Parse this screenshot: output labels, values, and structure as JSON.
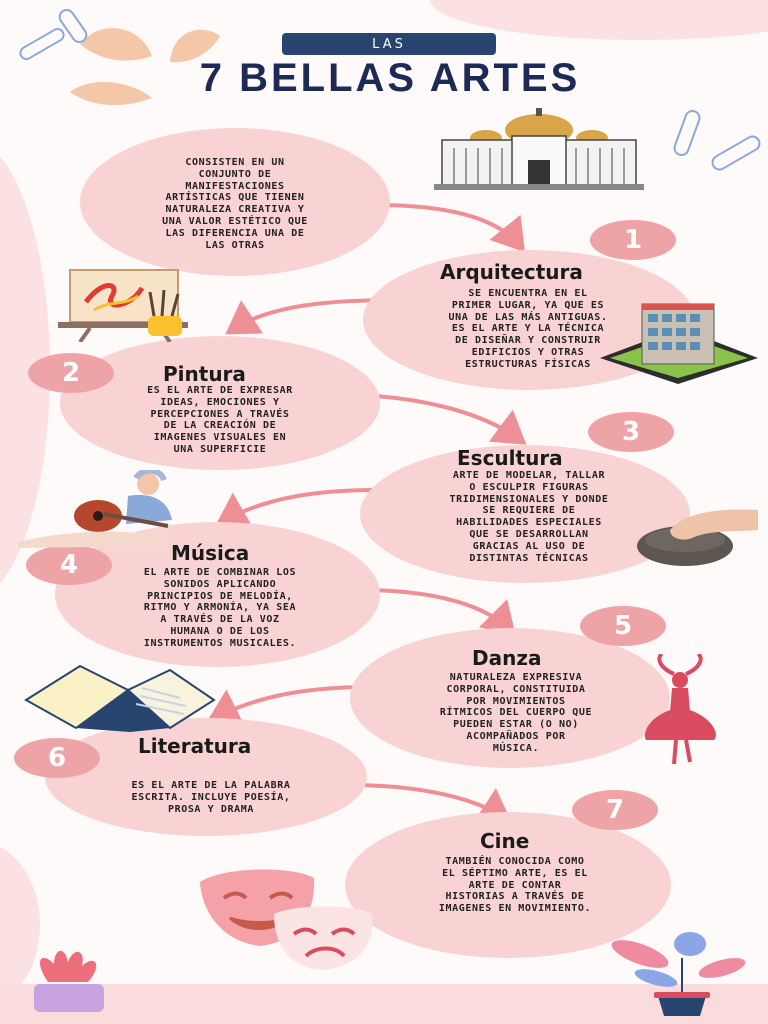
{
  "header": {
    "kicker": "LAS",
    "title": "7 BELLAS ARTES"
  },
  "intro": "CONSISTEN EN UN\nCONJUNTO DE\nMANIFESTACIONES\nARTÍSTICAS QUE TIENEN\nNATURALEZA CREATIVA Y\nUNA VALOR ESTÉTICO QUE\nLAS DIFERENCIA UNA DE\nLAS OTRAS",
  "arts": [
    {
      "number": "1",
      "title": "Arquitectura",
      "icon": "building-icon",
      "description": "SE ENCUENTRA EN EL\nPRIMER LUGAR, YA QUE ES\nUNA DE LAS MÁS ANTIGUAS.\nES EL ARTE Y LA TÉCNICA\nDE DISEÑAR Y CONSTRUIR\nEDIFICIOS Y OTRAS\nESTRUCTURAS FÍSICAS"
    },
    {
      "number": "2",
      "title": "Pintura",
      "icon": "easel-icon",
      "description": "ES EL ARTE DE EXPRESAR\nIDEAS, EMOCIONES Y\nPERCEPCIONES A TRAVÉS\nDE LA CREACIÓN DE\nIMAGENES VISUALES EN\nUNA SUPERFICIE"
    },
    {
      "number": "3",
      "title": "Escultura",
      "icon": "clay-hand-icon",
      "description": "ARTE DE MODELAR, TALLAR\nO ESCULPIR FIGURAS\nTRIDIMENSIONALES Y DONDE\nSE REQUIERE DE\nHABILIDADES ESPECIALES\nQUE SE DESARROLLAN\nGRACIAS AL USO DE\nDISTINTAS TÉCNICAS"
    },
    {
      "number": "4",
      "title": "Música",
      "icon": "guitar-player-icon",
      "description": "EL ARTE DE COMBINAR LOS\nSONIDOS APLICANDO\nPRINCIPIOS DE MELODÍA,\nRITMO Y ARMONÍA, YA SEA\nA TRAVÉS DE LA VOZ\nHUMANA O DE LOS\nINSTRUMENTOS MUSICALES."
    },
    {
      "number": "5",
      "title": "Danza",
      "icon": "dancer-icon",
      "description": "NATURALEZA EXPRESIVA\nCORPORAL, CONSTITUIDA\nPOR MOVIMIENTOS\nRÍTMICOS DEL CUERPO QUE\nPUEDEN ESTAR (O NO)\nACOMPAÑADOS POR\nMÚSICA."
    },
    {
      "number": "6",
      "title": "Literatura",
      "icon": "book-icon",
      "description": "ES EL ARTE DE LA PALABRA\nESCRITA. INCLUYE POESÍA,\nPROSA Y DRAMA"
    },
    {
      "number": "7",
      "title": "Cine",
      "icon": "theater-masks-icon",
      "description": "TAMBIÉN CONOCIDA COMO\nEL SÉPTIMO ARTE, ES EL\nARTE DE CONTAR\nHISTORIAS A TRAVÉS DE\nIMAGENES EN MOVIMIENTO."
    }
  ],
  "colors": {
    "blob": "#f9d3d3",
    "badge": "#eea4a6",
    "title_bar": "#27456e",
    "title_text": "#1d2a55",
    "accent": "#d94b5e"
  }
}
